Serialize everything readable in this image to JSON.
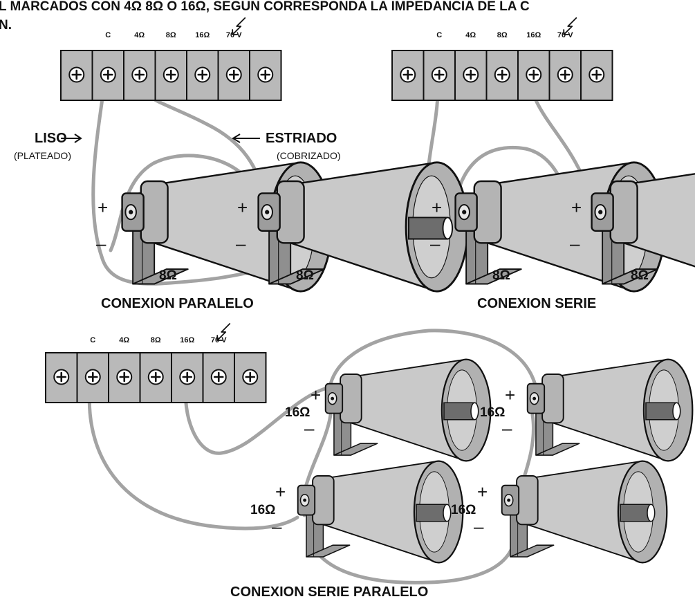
{
  "header": {
    "line1": "L MARCADOS CON 4Ω 8Ω O 16Ω, SEGUN CORRESPONDA LA IMPEDANCIA DE LA C",
    "line2": "N."
  },
  "terminal_labels": [
    "C",
    "4Ω",
    "8Ω",
    "16Ω",
    "70 V"
  ],
  "wire_labels": {
    "liso": "LISO",
    "liso_sub": "(PLATEADO)",
    "estriado": "ESTRIADO",
    "estriado_sub": "(COBRIZADO)"
  },
  "polarity": {
    "plus": "+",
    "minus": "–"
  },
  "impedance": {
    "speaker_8": "8Ω",
    "speaker_16": "16Ω"
  },
  "captions": {
    "parallel": "CONEXION PARALELO",
    "series": "CONEXION SERIE",
    "series_parallel": "CONEXION SERIE PARALELO"
  },
  "colors": {
    "strip": "#b9b9b9",
    "wire": "#a3a3a3",
    "horn": "#bdbdbd",
    "ink": "#111111"
  }
}
